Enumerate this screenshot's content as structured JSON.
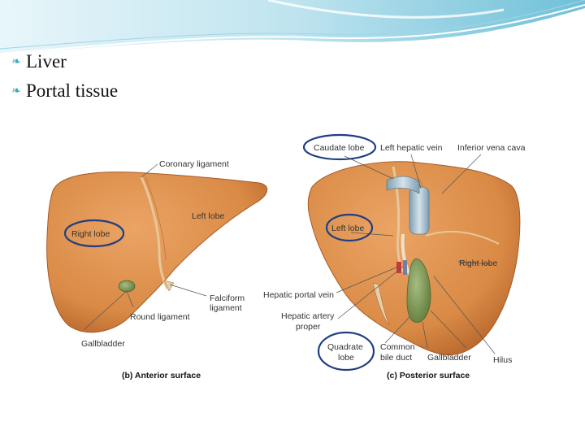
{
  "bullets": [
    {
      "label": "Liver"
    },
    {
      "label": "Portal tissue"
    }
  ],
  "figure": {
    "anterior": {
      "caption": "(b) Anterior surface",
      "labels": {
        "coronary_ligament": "Coronary ligament",
        "left_lobe": "Left lobe",
        "right_lobe": "Right lobe",
        "falciform_ligament_1": "Falciform",
        "falciform_ligament_2": "ligament",
        "round_ligament": "Round ligament",
        "gallbladder": "Gallbladder"
      }
    },
    "posterior": {
      "caption": "(c) Posterior surface",
      "labels": {
        "caudate_lobe": "Caudate lobe",
        "left_hepatic_vein": "Left hepatic vein",
        "inferior_vena_cava": "Inferior vena cava",
        "left_lobe": "Left lobe",
        "right_lobe": "Right lobe",
        "hepatic_portal_vein": "Hepatic portal vein",
        "hepatic_artery_1": "Hepatic artery",
        "hepatic_artery_2": "proper",
        "quadrate_lobe_1": "Quadrate",
        "quadrate_lobe_2": "lobe",
        "common_bile_duct_1": "Common",
        "common_bile_duct_2": "bile duct",
        "gallbladder": "Gallbladder",
        "hilus": "Hilus"
      }
    }
  },
  "colors": {
    "liver": "#d98a45",
    "liver_dark": "#b5642a",
    "gallbladder": "#7e9a5a",
    "vena_cava": "#9ab4c6",
    "annotation": "#1f3f82",
    "header_accent": "#7fc7dc"
  }
}
